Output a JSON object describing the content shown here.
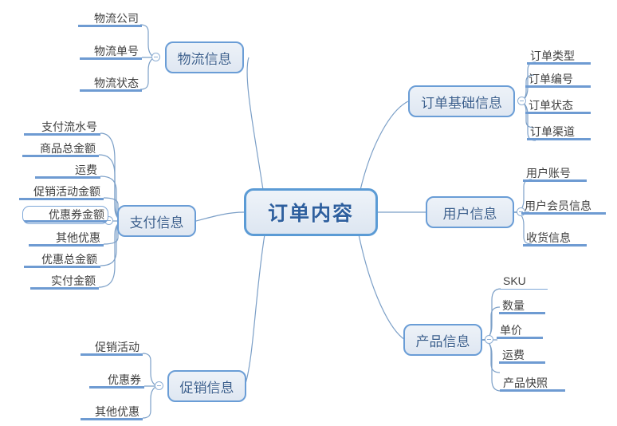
{
  "diagram": {
    "type": "mindmap",
    "title": "订单内容",
    "colors": {
      "node_border": "#5B9BD5",
      "node_fill": "#E6ECF4",
      "leaf_underline": "#6E9BD2",
      "link": "#7B9FC7",
      "root_text": "#2E5F9E",
      "branch_text": "#3A5E8C",
      "leaf_text": "#3F3F3F"
    },
    "root": {
      "label": "订单内容"
    },
    "branches": [
      {
        "id": "logistics",
        "label": "物流信息",
        "side": "left",
        "leaves": [
          {
            "label": "物流公司"
          },
          {
            "label": "物流单号"
          },
          {
            "label": "物流状态"
          }
        ]
      },
      {
        "id": "payment",
        "label": "支付信息",
        "side": "left",
        "leaves": [
          {
            "label": "支付流水号"
          },
          {
            "label": "商品总金额"
          },
          {
            "label": "运费"
          },
          {
            "label": "促销活动金额"
          },
          {
            "label": "优惠券金额"
          },
          {
            "label": "其他优惠"
          },
          {
            "label": "优惠总金额"
          },
          {
            "label": "实付金额"
          }
        ]
      },
      {
        "id": "promotion",
        "label": "促销信息",
        "side": "left",
        "leaves": [
          {
            "label": "促销活动"
          },
          {
            "label": "优惠券"
          },
          {
            "label": "其他优惠"
          }
        ]
      },
      {
        "id": "order-basic",
        "label": "订单基础信息",
        "side": "right",
        "leaves": [
          {
            "label": "订单类型"
          },
          {
            "label": "订单编号"
          },
          {
            "label": "订单状态"
          },
          {
            "label": "订单渠道"
          }
        ]
      },
      {
        "id": "user",
        "label": "用户信息",
        "side": "right",
        "leaves": [
          {
            "label": "用户账号"
          },
          {
            "label": "用户会员信息"
          },
          {
            "label": "收货信息"
          }
        ]
      },
      {
        "id": "product",
        "label": "产品信息",
        "side": "right",
        "leaves": [
          {
            "label": "SKU"
          },
          {
            "label": "数量"
          },
          {
            "label": "单价"
          },
          {
            "label": "运费"
          },
          {
            "label": "产品快照"
          }
        ]
      }
    ]
  }
}
